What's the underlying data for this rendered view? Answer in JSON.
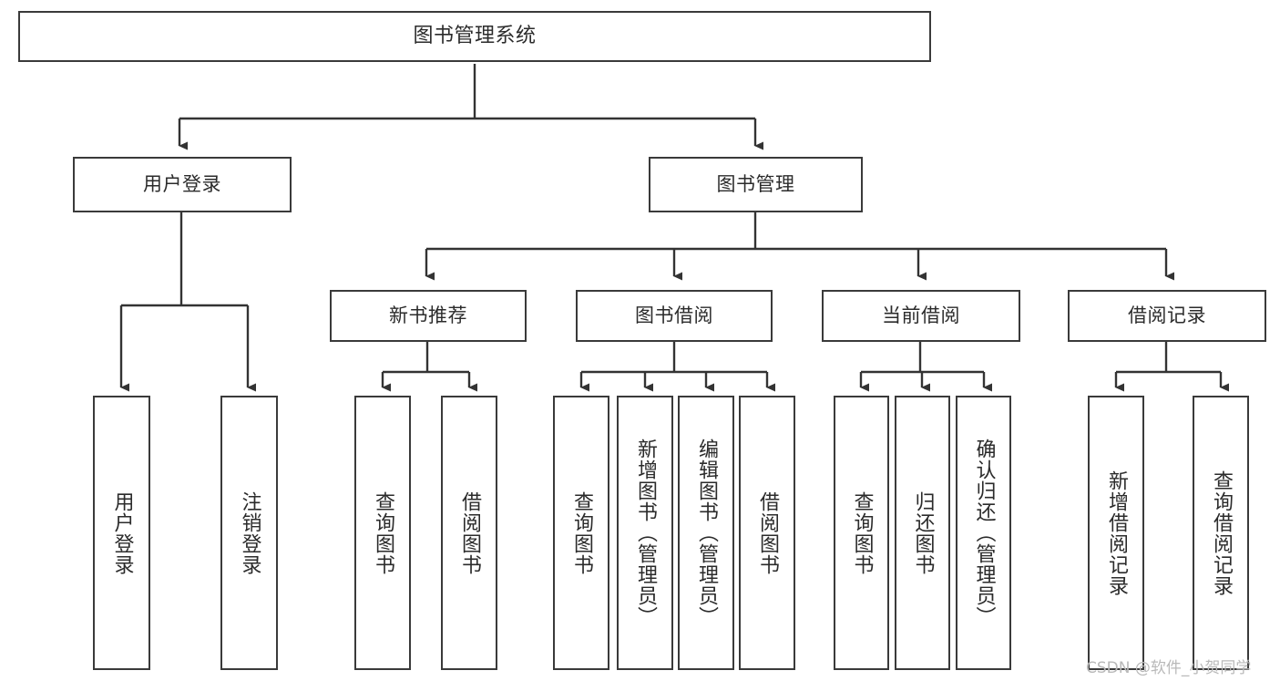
{
  "diagram": {
    "title": "图书管理系统",
    "watermark": "CSDN @软件_小贺同学",
    "colors": {
      "background": "#ffffff",
      "node_border": "#3a3a3a",
      "node_fill": "#ffffff",
      "edge": "#333333",
      "text": "#2b2b2b",
      "watermark": "#b9b9b9"
    },
    "nodes": {
      "root": "图书管理系统",
      "user_login": "用户登录",
      "book_manage": "图书管理",
      "new_book_rec": "新书推荐",
      "book_borrow": "图书借阅",
      "current_borrow": "当前借阅",
      "borrow_record": "借阅记录",
      "leaf_user_login": "用户登录",
      "leaf_logout": "注销登录",
      "leaf_query_book_1": "查询图书",
      "leaf_borrow_book_1": "借阅图书",
      "leaf_query_book_2": "查询图书",
      "leaf_add_book": "新增图书（管理员）",
      "leaf_edit_book": "编辑图书（管理员）",
      "leaf_borrow_book_2": "借阅图书",
      "leaf_query_book_3": "查询图书",
      "leaf_return_book": "归还图书",
      "leaf_confirm_return": "确认归还（管理员）",
      "leaf_add_record": "新增借阅记录",
      "leaf_query_record": "查询借阅记录"
    }
  }
}
